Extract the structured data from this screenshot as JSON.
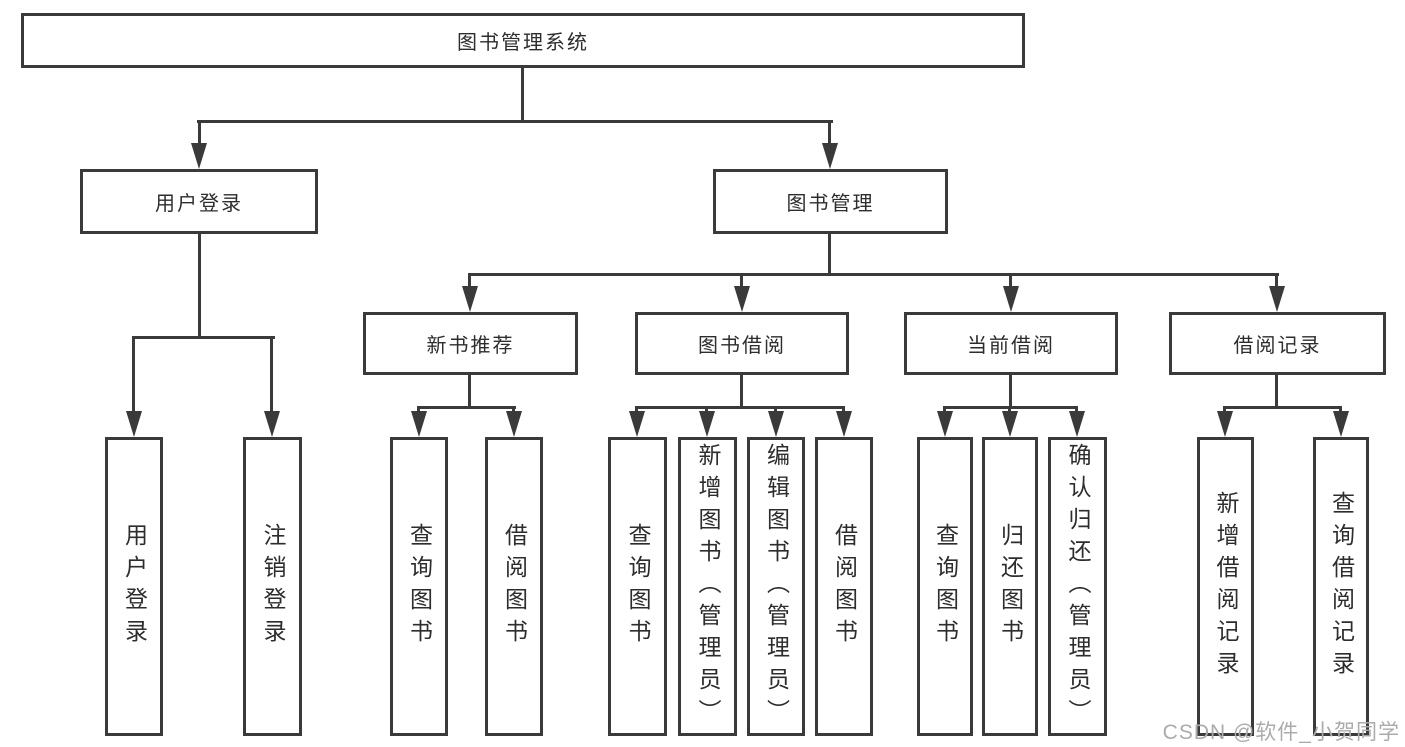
{
  "title": "图书管理系统",
  "level2": {
    "user_login": "用户登录",
    "book_mgmt": "图书管理"
  },
  "level3": {
    "new_books": "新书推荐",
    "borrow": "图书借阅",
    "current": "当前借阅",
    "records": "借阅记录"
  },
  "leaves": {
    "user_login": [
      "用户登录",
      "注销登录"
    ],
    "new_books": [
      "查询图书",
      "借阅图书"
    ],
    "borrow": [
      "查询图书",
      "新增图书（管理员）",
      "编辑图书（管理员）",
      "借阅图书"
    ],
    "current": [
      "查询图书",
      "归还图书",
      "确认归还（管理员）"
    ],
    "records": [
      "新增借阅记录",
      "查询借阅记录"
    ]
  },
  "watermark": "CSDN @软件_小贺同学",
  "colors": {
    "line": "#3a3a3a",
    "text": "#2d2d2d",
    "watermark": "#ababab"
  }
}
